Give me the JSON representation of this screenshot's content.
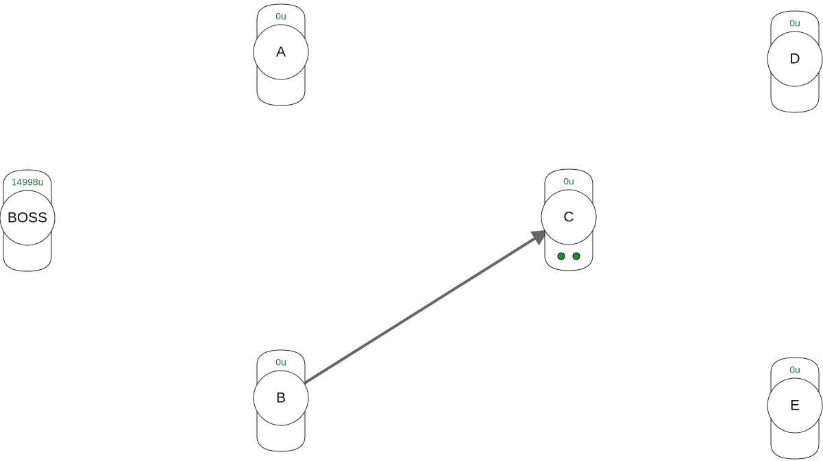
{
  "colors": {
    "balance_text": "#1e7a3c",
    "token_dot": "#1a8f3c",
    "edge": "#666666",
    "outline": "#222222"
  },
  "nodes": [
    {
      "id": "A",
      "label": "A",
      "balance": "0u",
      "tokens": 0
    },
    {
      "id": "D",
      "label": "D",
      "balance": "0u",
      "tokens": 0
    },
    {
      "id": "BOSS",
      "label": "BOSS",
      "balance": "14998u",
      "tokens": 0
    },
    {
      "id": "C",
      "label": "C",
      "balance": "0u",
      "tokens": 2
    },
    {
      "id": "B",
      "label": "B",
      "balance": "0u",
      "tokens": 0
    },
    {
      "id": "E",
      "label": "E",
      "balance": "0u",
      "tokens": 0
    }
  ],
  "edges": [
    {
      "from": "B",
      "to": "C",
      "directed": true
    }
  ]
}
